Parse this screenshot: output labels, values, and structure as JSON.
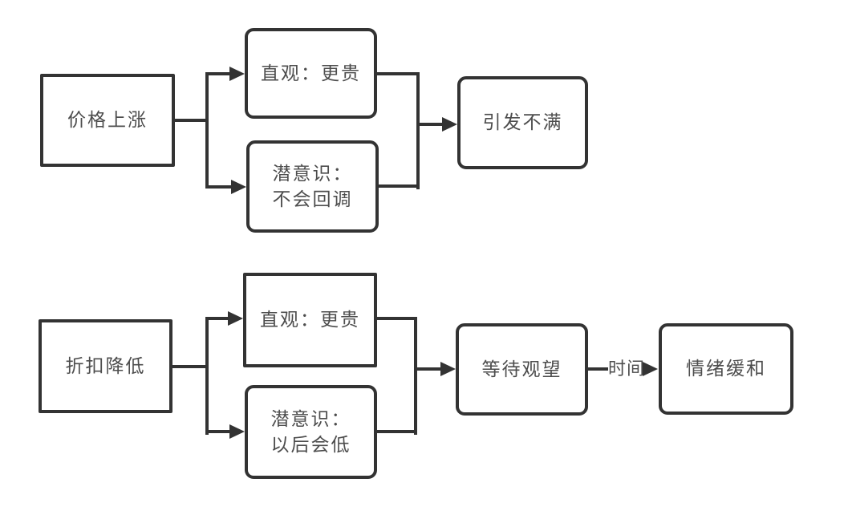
{
  "diagram": {
    "background_color": "#ffffff",
    "line_color": "#333333",
    "text_color": "#4d4d4d",
    "flows": {
      "price_increase": {
        "source": "价格上涨",
        "intuition": "直观：更贵",
        "subconscious_line1": "潜意识：",
        "subconscious_line2": "不会回调",
        "outcome": "引发不满"
      },
      "discount_decrease": {
        "source": "折扣降低",
        "intuition": "直观：更贵",
        "subconscious_line1": "潜意识：",
        "subconscious_line2": "以后会低",
        "outcome": "等待观望",
        "edge_label": "时间",
        "final_outcome": "情绪缓和"
      }
    }
  }
}
